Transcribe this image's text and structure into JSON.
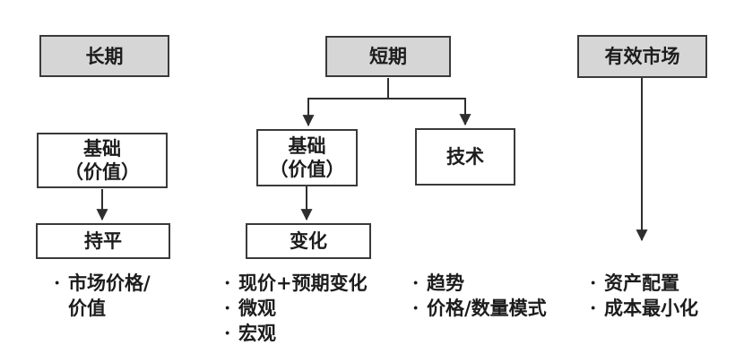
{
  "bullet_char": "·",
  "colors": {
    "background": "#ffffff",
    "header_box_fill": "#d6d6d6",
    "box_border": "#3a3a3a",
    "connector_line": "#2e2e2e",
    "text": "#1c1c1c"
  },
  "columns": {
    "long_term": {
      "header": "长期",
      "fundamental_box": "基础\n（价值）",
      "hold_box": "持平",
      "bullets": [
        "市场价格/\n价值"
      ]
    },
    "short_term": {
      "header": "短期",
      "fundamental_box": "基础\n（价值）",
      "technical_box": "技术",
      "change_box": "变化",
      "fundamental_bullets": [
        "现价+预期变化",
        "微观",
        "宏观"
      ],
      "technical_bullets": [
        "趋势",
        "价格/数量模式"
      ]
    },
    "efficient_market": {
      "header": "有效市场",
      "bullets": [
        "资产配置",
        "成本最小化"
      ]
    }
  }
}
